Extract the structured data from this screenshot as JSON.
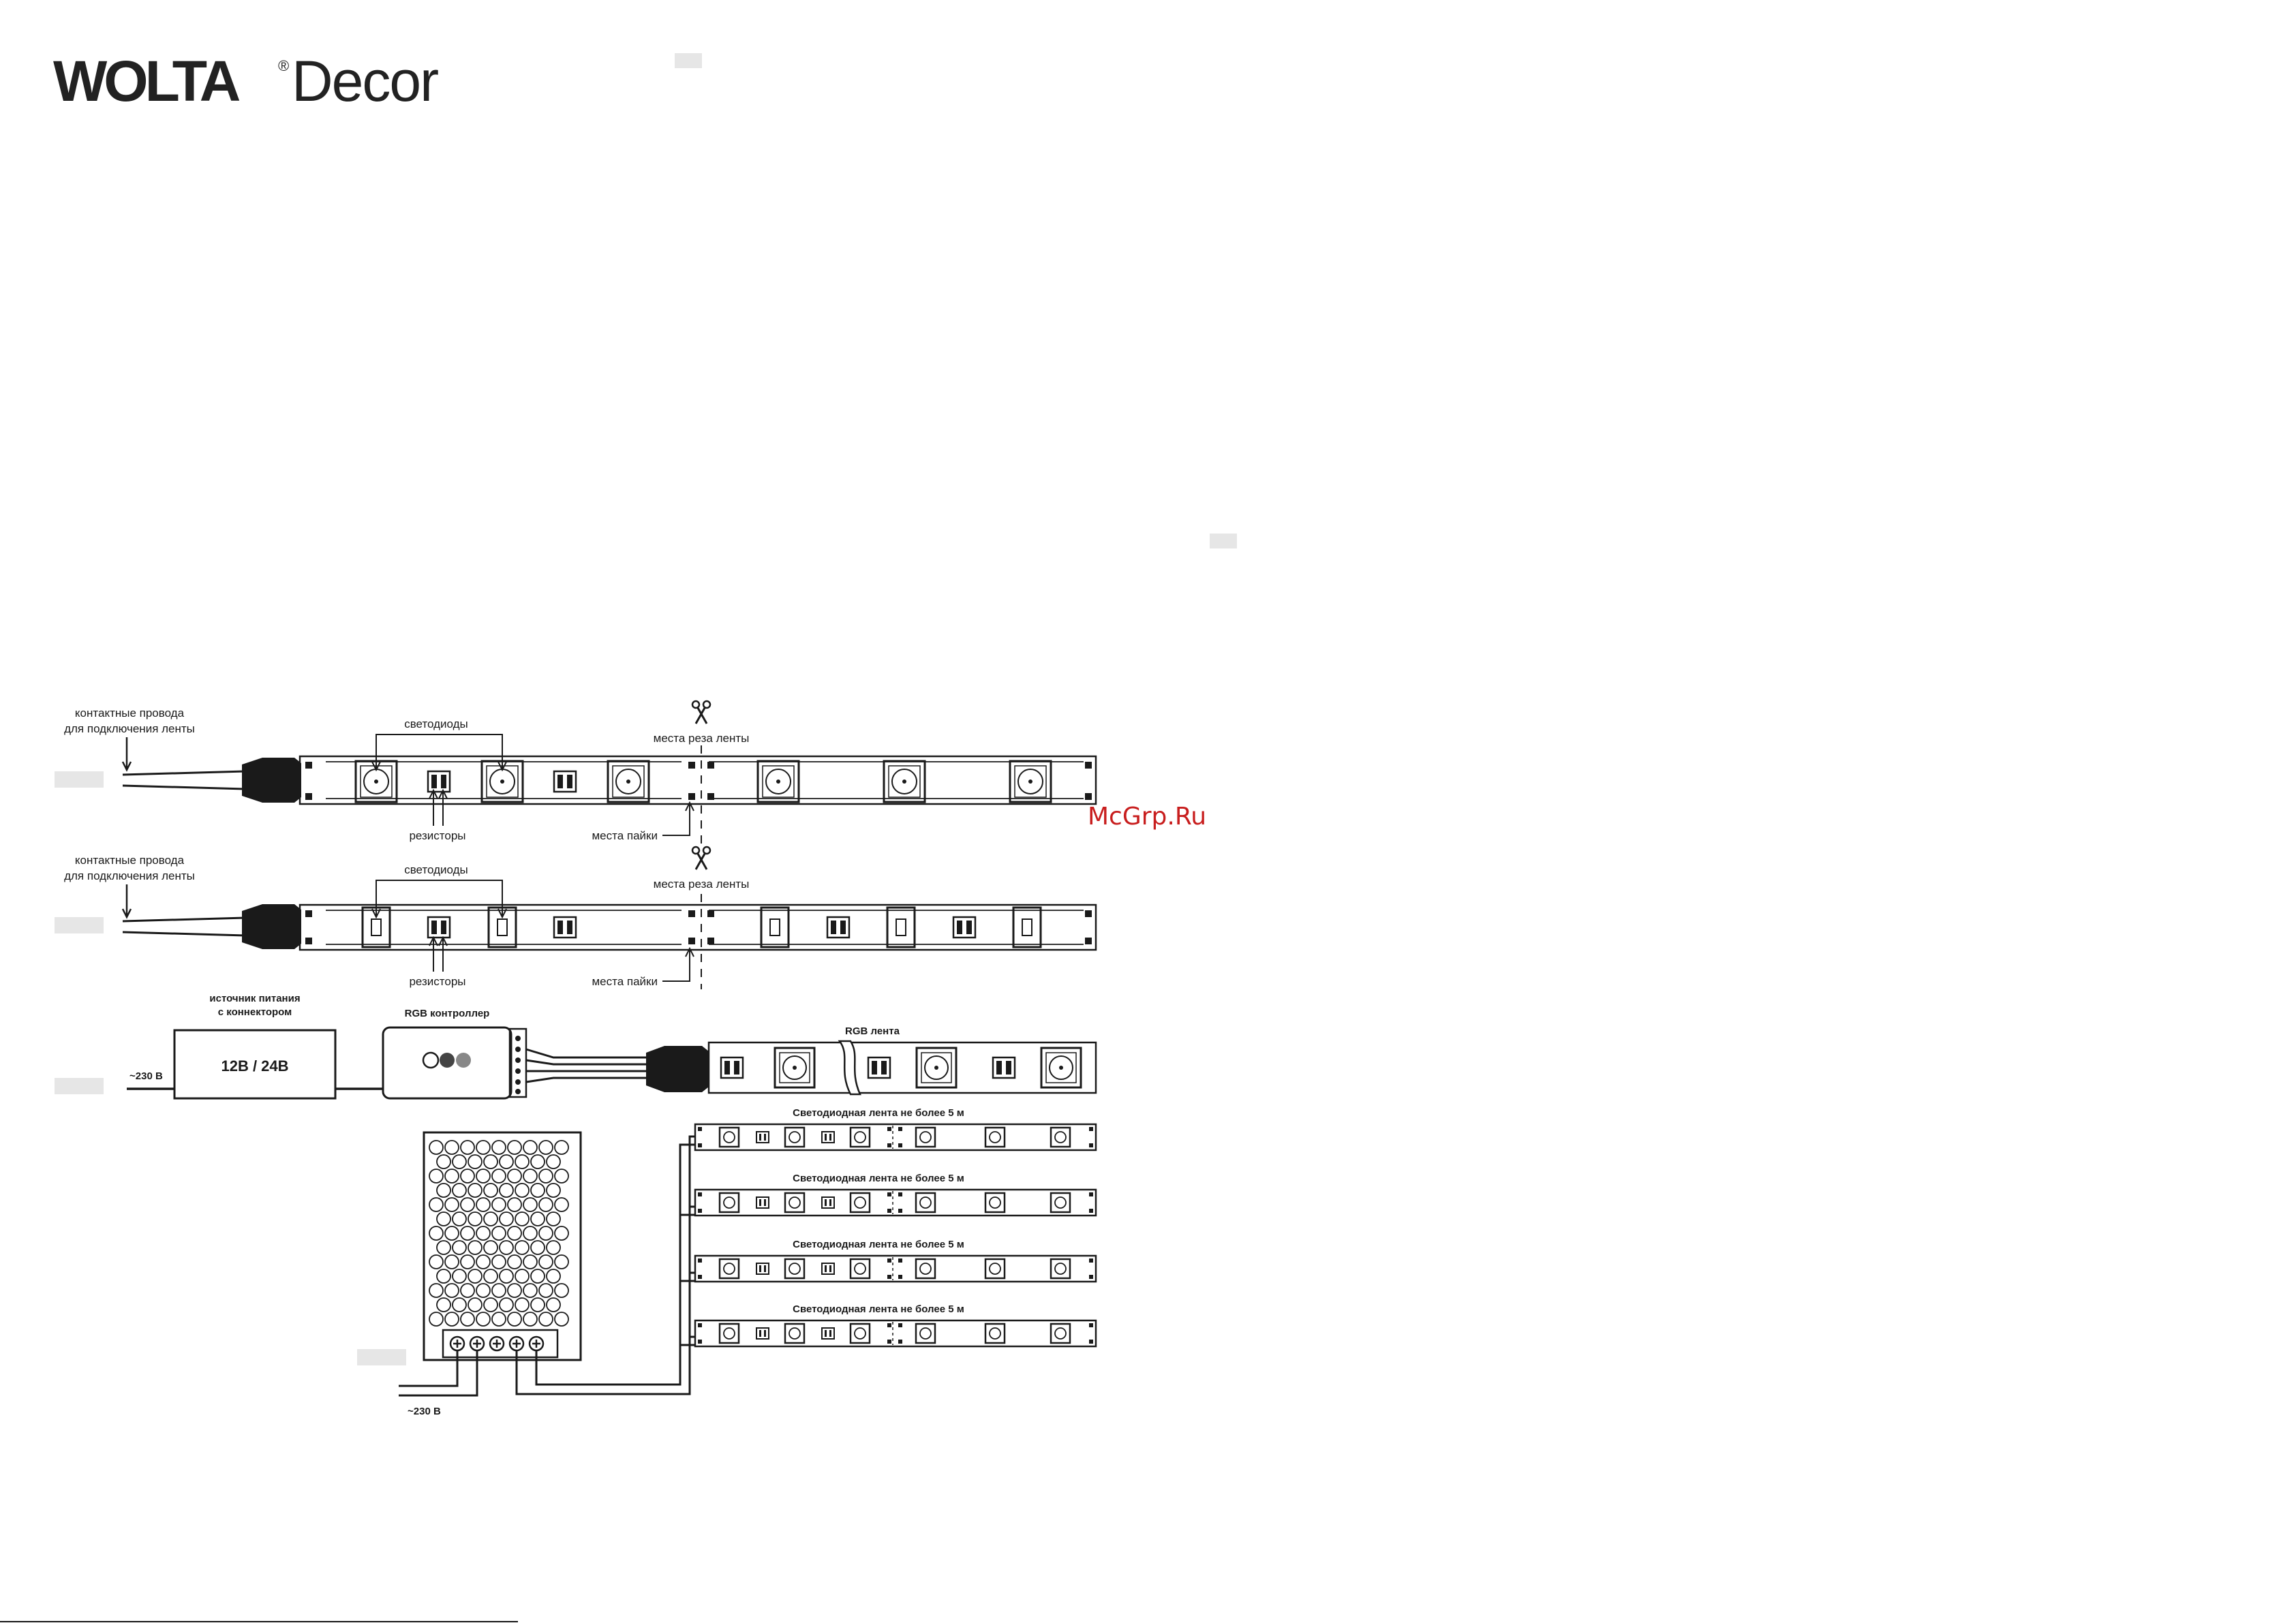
{
  "brand": {
    "wolta": "WOLTA",
    "reg": "®",
    "decor": "Decor"
  },
  "watermark": "McGrp.Ru",
  "strip1": {
    "wires_label_line1": "контактные провода",
    "wires_label_line2": "для подключения ленты",
    "leds_label": "светодиоды",
    "cut_label": "места реза ленты",
    "resistors_label": "резисторы",
    "solder_label": "места пайки"
  },
  "strip2": {
    "wires_label_line1": "контактные провода",
    "wires_label_line2": "для подключения ленты",
    "leds_label": "светодиоды",
    "cut_label": "места реза ленты",
    "resistors_label": "резисторы",
    "solder_label": "места пайки"
  },
  "rgb_scheme": {
    "psu_label_line1": "источник питания",
    "psu_label_line2": "с коннектором",
    "psu_box": "12В / 24В",
    "controller_label": "RGB контроллер",
    "strip_label": "RGB лента",
    "mains": "~230 В"
  },
  "parallel_scheme": {
    "strip_labels": [
      "Светодиодная лента не более 5 м",
      "Светодиодная лента не более 5 м",
      "Светодиодная лента не более 5 м",
      "Светодиодная лента не более 5 м"
    ],
    "mains": "~230 В"
  }
}
